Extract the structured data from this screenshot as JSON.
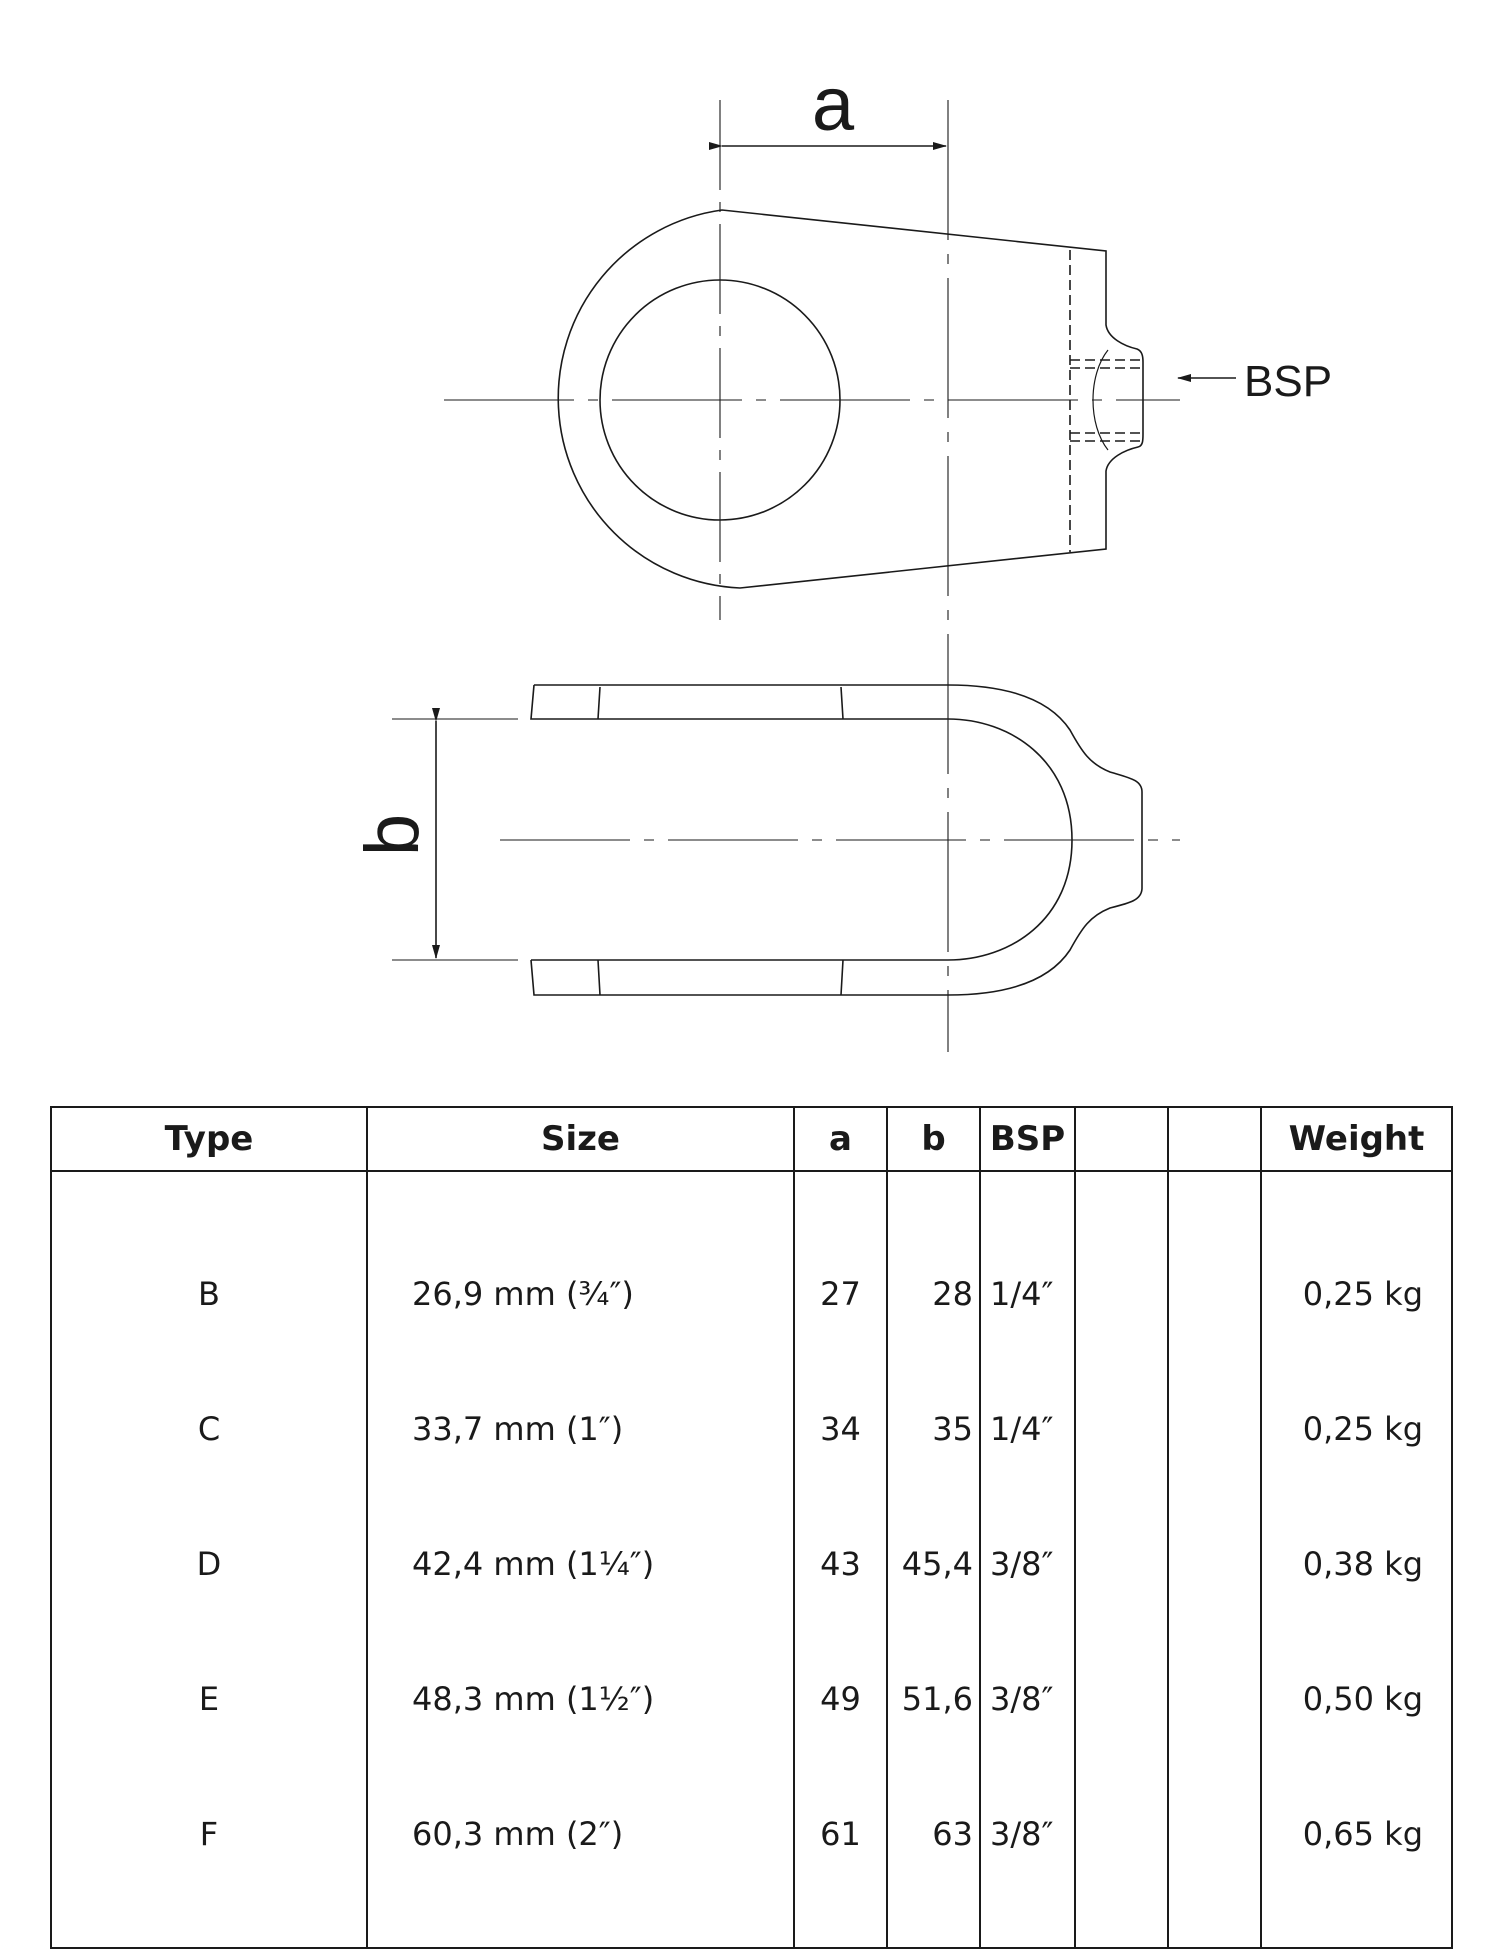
{
  "drawing": {
    "dimension_a_label": "a",
    "dimension_b_label": "b",
    "bsp_label": "BSP"
  },
  "table": {
    "headers": [
      "Type",
      "Size",
      "a",
      "b",
      "BSP",
      "",
      "",
      "Weight"
    ],
    "rows": [
      {
        "type": "B",
        "size": "26,9 mm (¾″)",
        "a": "27",
        "b": "28",
        "bsp": "1/4″",
        "extra1": "",
        "extra2": "",
        "weight": "0,25 kg"
      },
      {
        "type": "C",
        "size": "33,7 mm (1″)",
        "a": "34",
        "b": "35",
        "bsp": "1/4″",
        "extra1": "",
        "extra2": "",
        "weight": "0,25 kg"
      },
      {
        "type": "D",
        "size": "42,4 mm (1¼″)",
        "a": "43",
        "b": "45,4",
        "bsp": "3/8″",
        "extra1": "",
        "extra2": "",
        "weight": "0,38 kg"
      },
      {
        "type": "E",
        "size": "48,3 mm (1½″)",
        "a": "49",
        "b": "51,6",
        "bsp": "3/8″",
        "extra1": "",
        "extra2": "",
        "weight": "0,50 kg"
      },
      {
        "type": "F",
        "size": "60,3 mm (2″)",
        "a": "61",
        "b": "63",
        "bsp": "3/8″",
        "extra1": "",
        "extra2": "",
        "weight": "0,65 kg"
      }
    ]
  }
}
